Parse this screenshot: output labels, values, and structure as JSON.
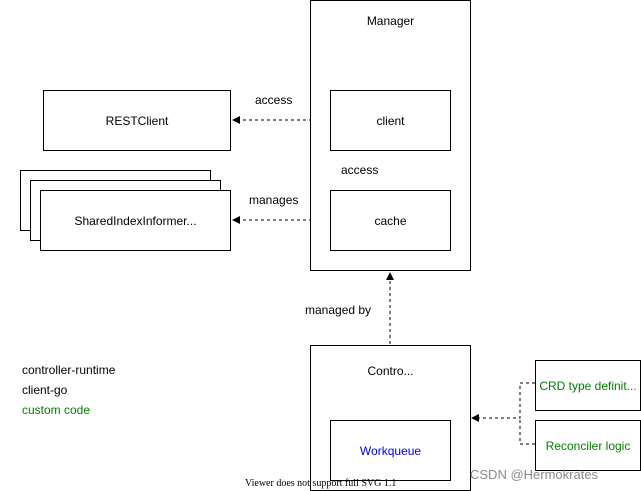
{
  "diagram": {
    "manager": {
      "title": "Manager",
      "client": "client",
      "cache": "cache"
    },
    "restclient": "RESTClient",
    "informer": "SharedIndexInformer...",
    "edges": {
      "client_to_rest": "access",
      "client_to_cache": "access",
      "cache_to_informer": "manages",
      "controller_to_manager": "managed by"
    },
    "controller": {
      "title": "Contro...",
      "workqueue": "Workqueue"
    },
    "crd": "CRD type definit...",
    "reconciler": "Reconciler logic",
    "legend": [
      "controller-runtime",
      "client-go",
      "custom code"
    ]
  },
  "colors": {
    "custom": "#008000",
    "workqueue": "#0000ff"
  },
  "footer": "Viewer does not support full SVG 1.1",
  "watermark": "CSDN @Hermokrates"
}
